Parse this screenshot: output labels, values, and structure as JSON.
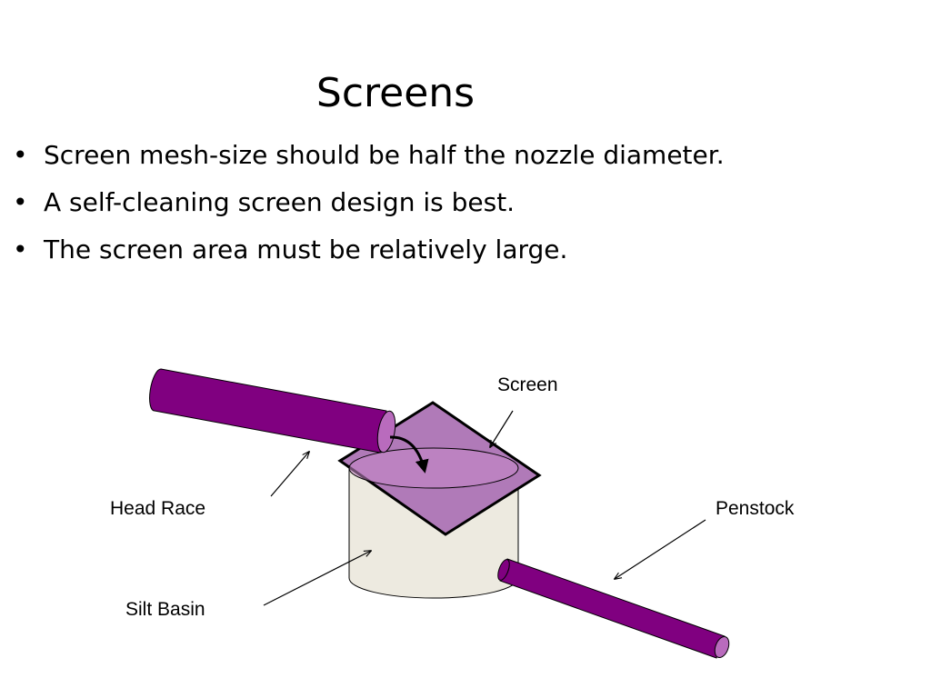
{
  "slide": {
    "title": "Screens",
    "bullets": [
      "Screen mesh-size should be half the nozzle diameter.",
      "A self-cleaning screen design is best.",
      "The screen area must be relatively large."
    ]
  },
  "diagram": {
    "labels": {
      "screen": "Screen",
      "head_race": "Head Race",
      "penstock": "Penstock",
      "silt_basin": "Silt Basin"
    },
    "colors": {
      "pipe": "#800080",
      "pipe_end": "#b96bbd",
      "screen_fill": "#b07ab8",
      "screen_top": "#c788c8",
      "basin_fill": "#edeae0",
      "outline": "#000000"
    }
  }
}
